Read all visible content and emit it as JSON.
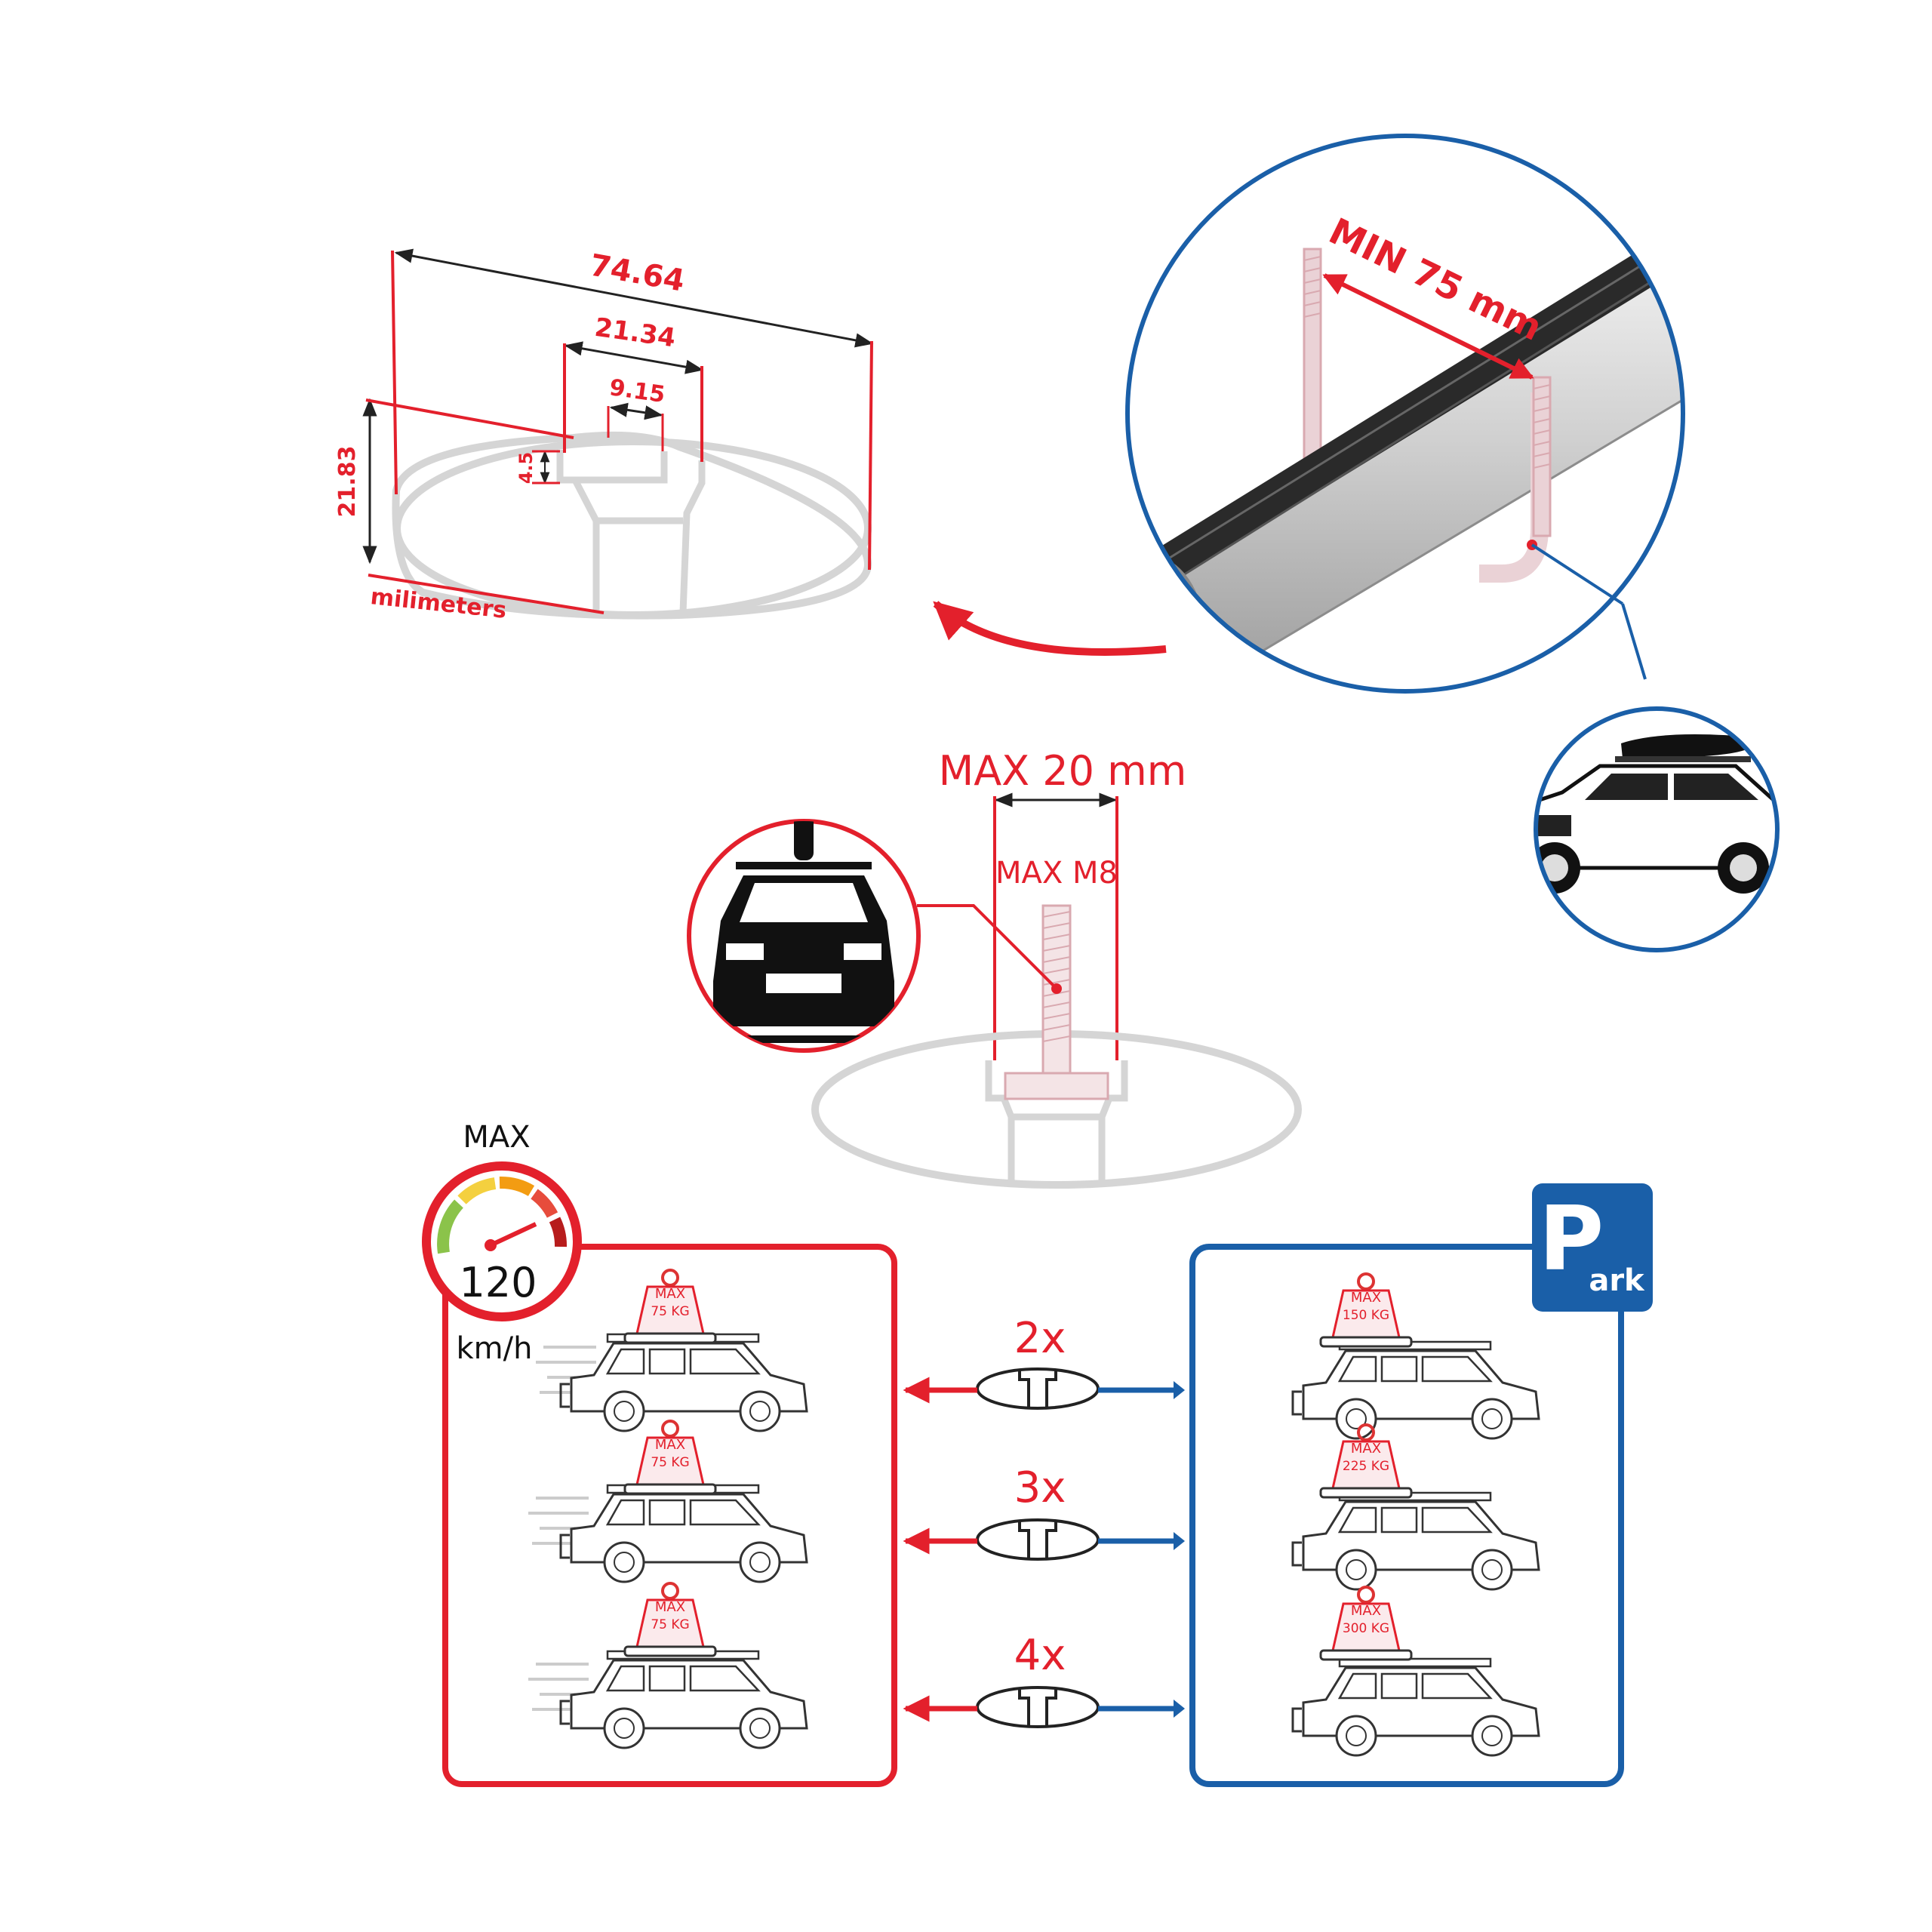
{
  "colors": {
    "red": "#e3202c",
    "blue": "#1a5fa8",
    "panel_blue": "#1d6ab3",
    "dark": "#222222",
    "profile": "#d5d5d5",
    "pink": "#e8c8cc"
  },
  "profile_dimensions": {
    "width_total": "74.64",
    "channel_outer": "21.34",
    "slot_width": "9.15",
    "height": "21.83",
    "lip": "4.5",
    "unit": "milimeters"
  },
  "ubolt": {
    "label": "MIN 75 mm"
  },
  "tbolt": {
    "width_label": "MAX 20 mm",
    "thread_label": "MAX M8"
  },
  "speed": {
    "max_label": "MAX",
    "value": "120",
    "unit": "km/h"
  },
  "parking": {
    "letter": "P",
    "suffix": "ark"
  },
  "load_rows": [
    {
      "bars": "2x",
      "driving_weight": "MAX",
      "driving_value": "75 KG",
      "parked_weight": "MAX",
      "parked_value": "150 KG"
    },
    {
      "bars": "3x",
      "driving_weight": "MAX",
      "driving_value": "75 KG",
      "parked_weight": "MAX",
      "parked_value": "225 KG"
    },
    {
      "bars": "4x",
      "driving_weight": "MAX",
      "driving_value": "75 KG",
      "parked_weight": "MAX",
      "parked_value": "300 KG"
    }
  ]
}
